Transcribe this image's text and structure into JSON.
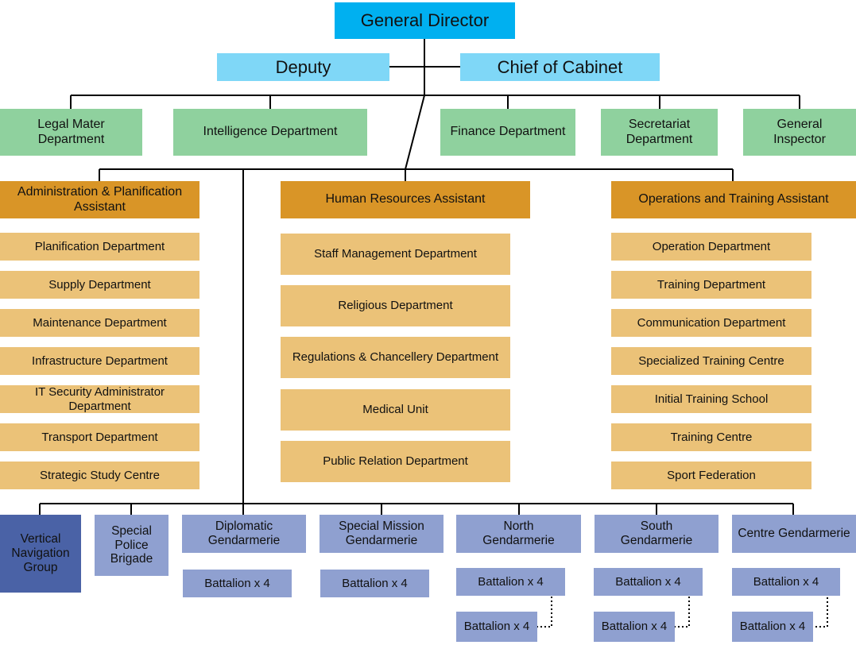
{
  "top": {
    "director": "General Director",
    "deputy": "Deputy",
    "chief": "Chief of Cabinet"
  },
  "departments": [
    "Legal Mater Department",
    "Intelligence Department",
    "Finance Department",
    "Secretariat Department",
    "General Inspector"
  ],
  "assistants": [
    {
      "title": "Administration & Planification Assistant",
      "units": [
        "Planification Department",
        "Supply Department",
        "Maintenance Department",
        "Infrastructure Department",
        "IT Security Administrator Department",
        "Transport Department",
        "Strategic Study Centre"
      ]
    },
    {
      "title": "Human Resources Assistant",
      "units": [
        "Staff Management Department",
        "Religious Department",
        "Regulations & Chancellery Department",
        "Medical Unit",
        "Public Relation Department"
      ]
    },
    {
      "title": "Operations and Training Assistant",
      "units": [
        "Operation Department",
        "Training Department",
        "Communication Department",
        "Specialized Training Centre",
        "Initial Training School",
        "Training Centre",
        "Sport Federation"
      ]
    }
  ],
  "forces": [
    {
      "name": "Vertical Navigation Group",
      "battalions": []
    },
    {
      "name": "Special Police Brigade",
      "battalions": []
    },
    {
      "name": "Diplomatic Gendarmerie",
      "battalions": [
        "Battalion x 4"
      ]
    },
    {
      "name": "Special Mission Gendarmerie",
      "battalions": [
        "Battalion x 4"
      ]
    },
    {
      "name": "North Gendarmerie",
      "battalions": [
        "Battalion x 4",
        "Battalion x 4"
      ]
    },
    {
      "name": "South Gendarmerie",
      "battalions": [
        "Battalion x 4",
        "Battalion x 4"
      ]
    },
    {
      "name": "Centre Gendarmerie",
      "battalions": [
        "Battalion x 4",
        "Battalion x 4"
      ]
    }
  ],
  "colors": {
    "director": "#00b0f0",
    "top_level": "#7fd7f7",
    "departments": "#8fd19e",
    "assistants": "#d99527",
    "units": "#ebc278",
    "forces": "#8fa0d0",
    "vertical_navigation": "#4a62a6"
  }
}
